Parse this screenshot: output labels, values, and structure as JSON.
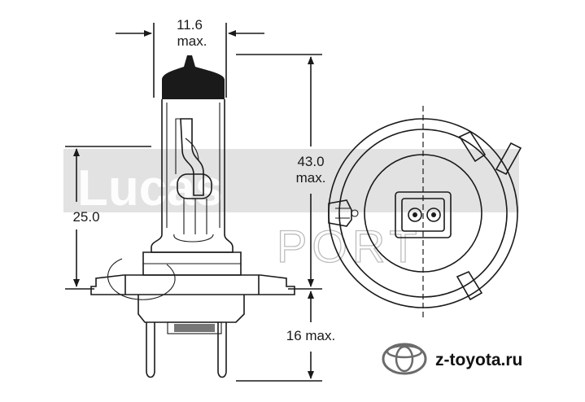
{
  "dimensions": {
    "top_width_value": "11.6",
    "top_width_note": "max.",
    "height_value": "43.0",
    "height_note": "max.",
    "body_height": "25.0",
    "base_value": "16 max."
  },
  "watermark": {
    "left_text": "Lucas",
    "right_text": "PORT"
  },
  "brand": {
    "site": "z-toyota.ru"
  },
  "colors": {
    "ink": "#1a1a1a",
    "watermark_band": "#d9d9d9",
    "glass_cap": "#1a1a1a"
  }
}
